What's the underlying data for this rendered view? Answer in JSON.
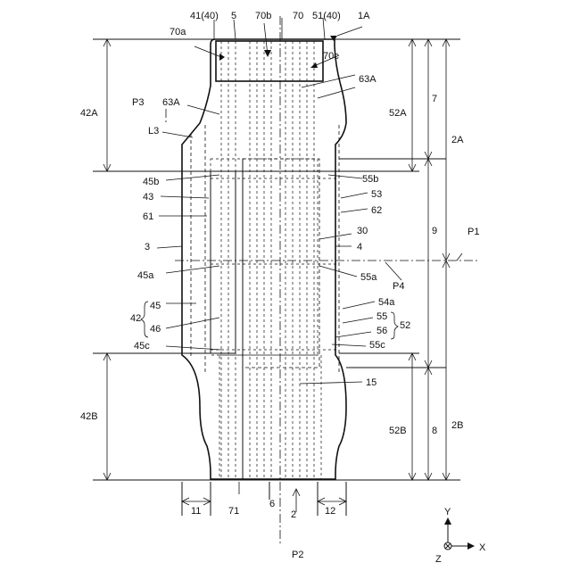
{
  "labels": {
    "l41": "41(40)",
    "l5": "5",
    "l70b": "70b",
    "l70": "70",
    "l51": "51(40)",
    "l1A": "1A",
    "l70a": "70a",
    "l70c": "70c",
    "l63Ar": "63A",
    "l7": "7",
    "l52A": "52A",
    "l42A": "42A",
    "lP3": "P3",
    "l63Al": "63A",
    "lL3": "L3",
    "l2A": "2A",
    "l45b": "45b",
    "l55b": "55b",
    "l43": "43",
    "l53": "53",
    "l61": "61",
    "l62": "62",
    "l30": "30",
    "l9": "9",
    "lP1": "P1",
    "l3": "3",
    "l4": "4",
    "l45a": "45a",
    "l55a": "55a",
    "lP4": "P4",
    "l54a": "54a",
    "l42": "42",
    "l45": "45",
    "l46": "46",
    "l55": "55",
    "l56": "56",
    "l52": "52",
    "l45c": "45c",
    "l55c": "55c",
    "l15": "15",
    "l42B": "42B",
    "l52B": "52B",
    "l8": "8",
    "l2B": "2B",
    "l11": "11",
    "l71": "71",
    "l6": "6",
    "l2": "2",
    "l12": "12",
    "lP2": "P2",
    "axY": "Y",
    "axX": "X",
    "axZ": "Z"
  }
}
